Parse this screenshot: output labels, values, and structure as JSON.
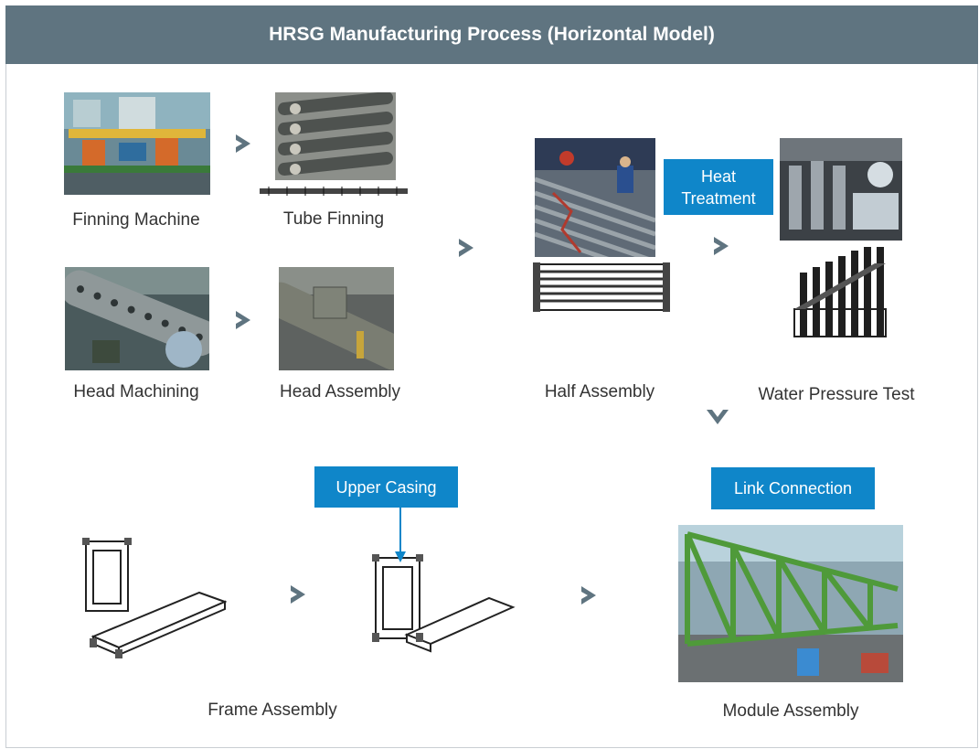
{
  "title": "HRSG Manufacturing Process (Horizontal Model)",
  "steps": {
    "finning_machine": "Finning Machine",
    "tube_finning": "Tube Finning",
    "head_machining": "Head Machining",
    "head_assembly": "Head Assembly",
    "half_assembly": "Half Assembly",
    "water_pressure_test": "Water Pressure Test",
    "frame_assembly": "Frame Assembly",
    "module_assembly": "Module Assembly"
  },
  "tags": {
    "heat_treatment_line1": "Heat",
    "heat_treatment_line2": "Treatment",
    "upper_casing": "Upper Casing",
    "link_connection": "Link Connection"
  },
  "colors": {
    "header_bg": "#5f7480",
    "tag_bg": "#0f86c9",
    "arrow": "#5f7480"
  }
}
